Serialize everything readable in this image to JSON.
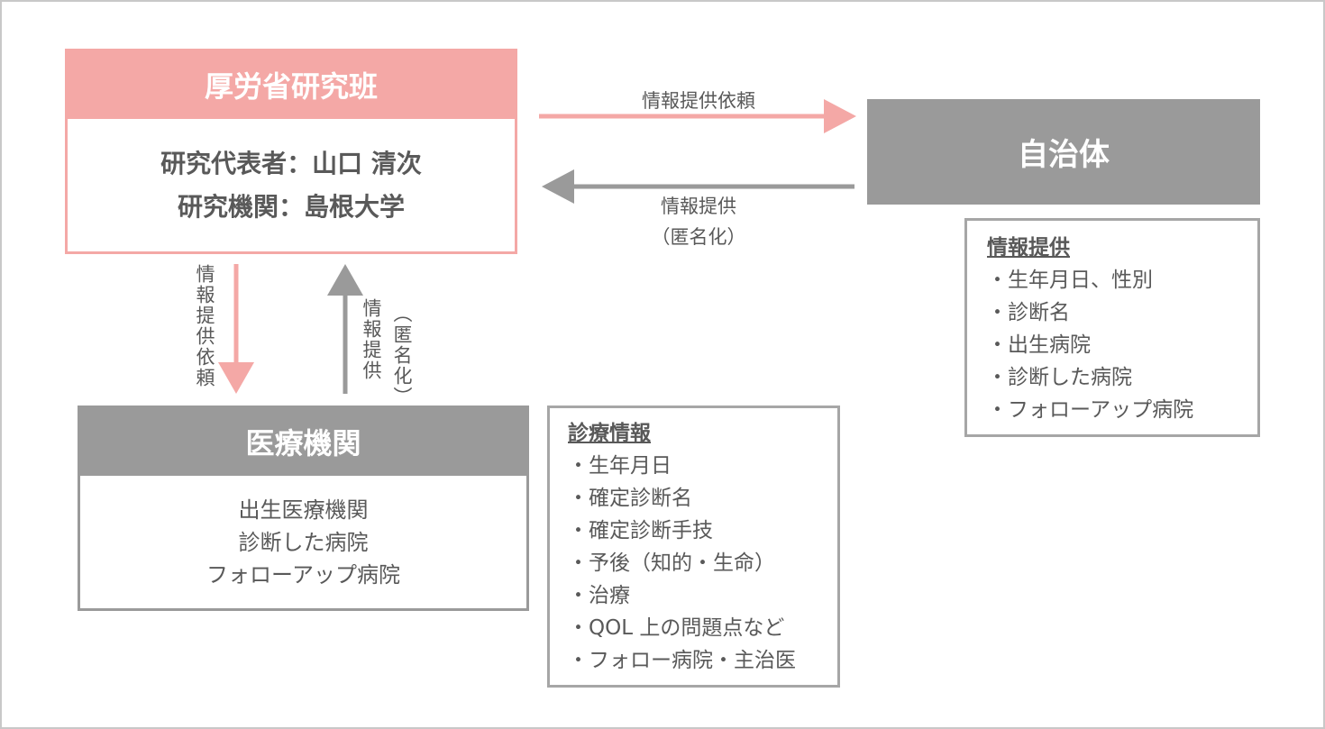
{
  "research_group": {
    "title": "厚労省研究班",
    "lines": [
      "研究代表者：山口 清次",
      "研究機関：島根大学"
    ]
  },
  "municipality": {
    "title": "自治体"
  },
  "medical_institution": {
    "title": "医療機関",
    "lines": [
      "出生医療機関",
      "診断した病院",
      "フォローアップ病院"
    ]
  },
  "arrows": {
    "request_right": "情報提供依頼",
    "provide_left_1": "情報提供",
    "provide_left_2": "（匿名化）",
    "request_down": "情報提供依頼",
    "provide_up": "情報提供",
    "provide_up_anon": "（匿名化）"
  },
  "medical_info_box": {
    "title": "診療情報",
    "items": [
      "・生年月日",
      "・確定診断名",
      "・確定診断手技",
      "・予後（知的・生命）",
      "・治療",
      "・QOL 上の問題点など",
      "・フォロー病院・主治医"
    ]
  },
  "provided_info_box": {
    "title": "情報提供",
    "items": [
      "・生年月日、性別",
      "・診断名",
      "・出生病院",
      "・診断した病院",
      "・フォローアップ病院"
    ]
  },
  "colors": {
    "pink": "#f4a8a6",
    "gray": "#9a9a9a",
    "text": "#595959",
    "border": "#a6a6a6"
  }
}
